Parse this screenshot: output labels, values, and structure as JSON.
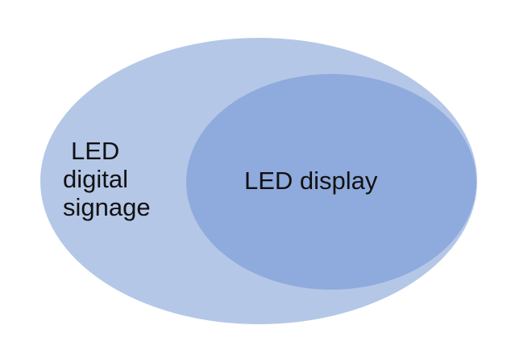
{
  "diagram": {
    "type": "nested-set",
    "outer_set": {
      "label_lines": [
        "LED",
        "digital",
        "signage"
      ],
      "color": "#b4c7e7"
    },
    "inner_set": {
      "label": "LED display",
      "color": "#8faadc"
    }
  }
}
